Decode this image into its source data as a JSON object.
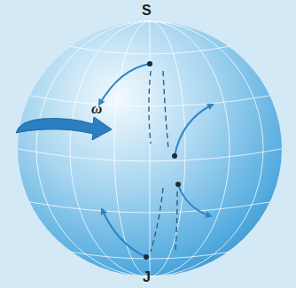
{
  "diagram": {
    "labels": [
      "S",
      "ω",
      "J"
    ]
  }
}
